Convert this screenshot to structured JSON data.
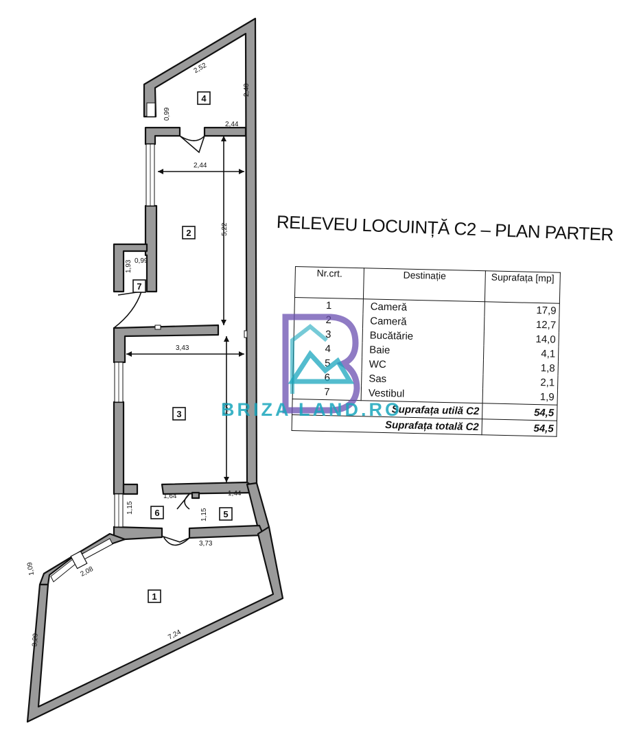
{
  "title": "RELEVEU LOCUINȚĂ C2 – PLAN PARTER",
  "table": {
    "headers": [
      "Nr.crt.",
      "Destinație",
      "Suprafața [mp]"
    ],
    "rows": [
      {
        "nr": "1",
        "dest": "Cameră",
        "area": "17,9"
      },
      {
        "nr": "2",
        "dest": "Cameră",
        "area": "12,7"
      },
      {
        "nr": "3",
        "dest": "Bucătărie",
        "area": "14,0"
      },
      {
        "nr": "4",
        "dest": "Baie",
        "area": "4,1"
      },
      {
        "nr": "5",
        "dest": "WC",
        "area": "1,8"
      },
      {
        "nr": "6",
        "dest": "Sas",
        "area": "2,1"
      },
      {
        "nr": "7",
        "dest": "Vestibul",
        "area": "1,9"
      }
    ],
    "totals": [
      {
        "label": "Suprafața utilă C2",
        "value": "54,5"
      },
      {
        "label": "Suprafața totală C2",
        "value": "54,5"
      }
    ]
  },
  "rooms": [
    "1",
    "2",
    "3",
    "4",
    "5",
    "6",
    "7"
  ],
  "dimensions": {
    "bath_top": "2,52",
    "bath_right": "2,40",
    "bath_left": "0,99",
    "bath_bottom": "2,44",
    "room2_width": "2,44",
    "room2_height": "5,22",
    "vest_width": "0,99",
    "vest_height": "1,93",
    "kitchen_width": "3,43",
    "kitchen_height": "4,08",
    "sas_width": "1,64",
    "wc_width": "1,44",
    "sas_height": "1,15",
    "wc_height": "1,15",
    "room1_top": "3,73",
    "room1_win": "2,08",
    "room1_corner": "1,09",
    "room1_left": "3,29",
    "room1_bottom": "7,24"
  },
  "watermark": {
    "text": "BRIZA LAND.RO",
    "colors": {
      "primary": "#1aa6bd",
      "secondary": "#6a4fb0"
    }
  }
}
